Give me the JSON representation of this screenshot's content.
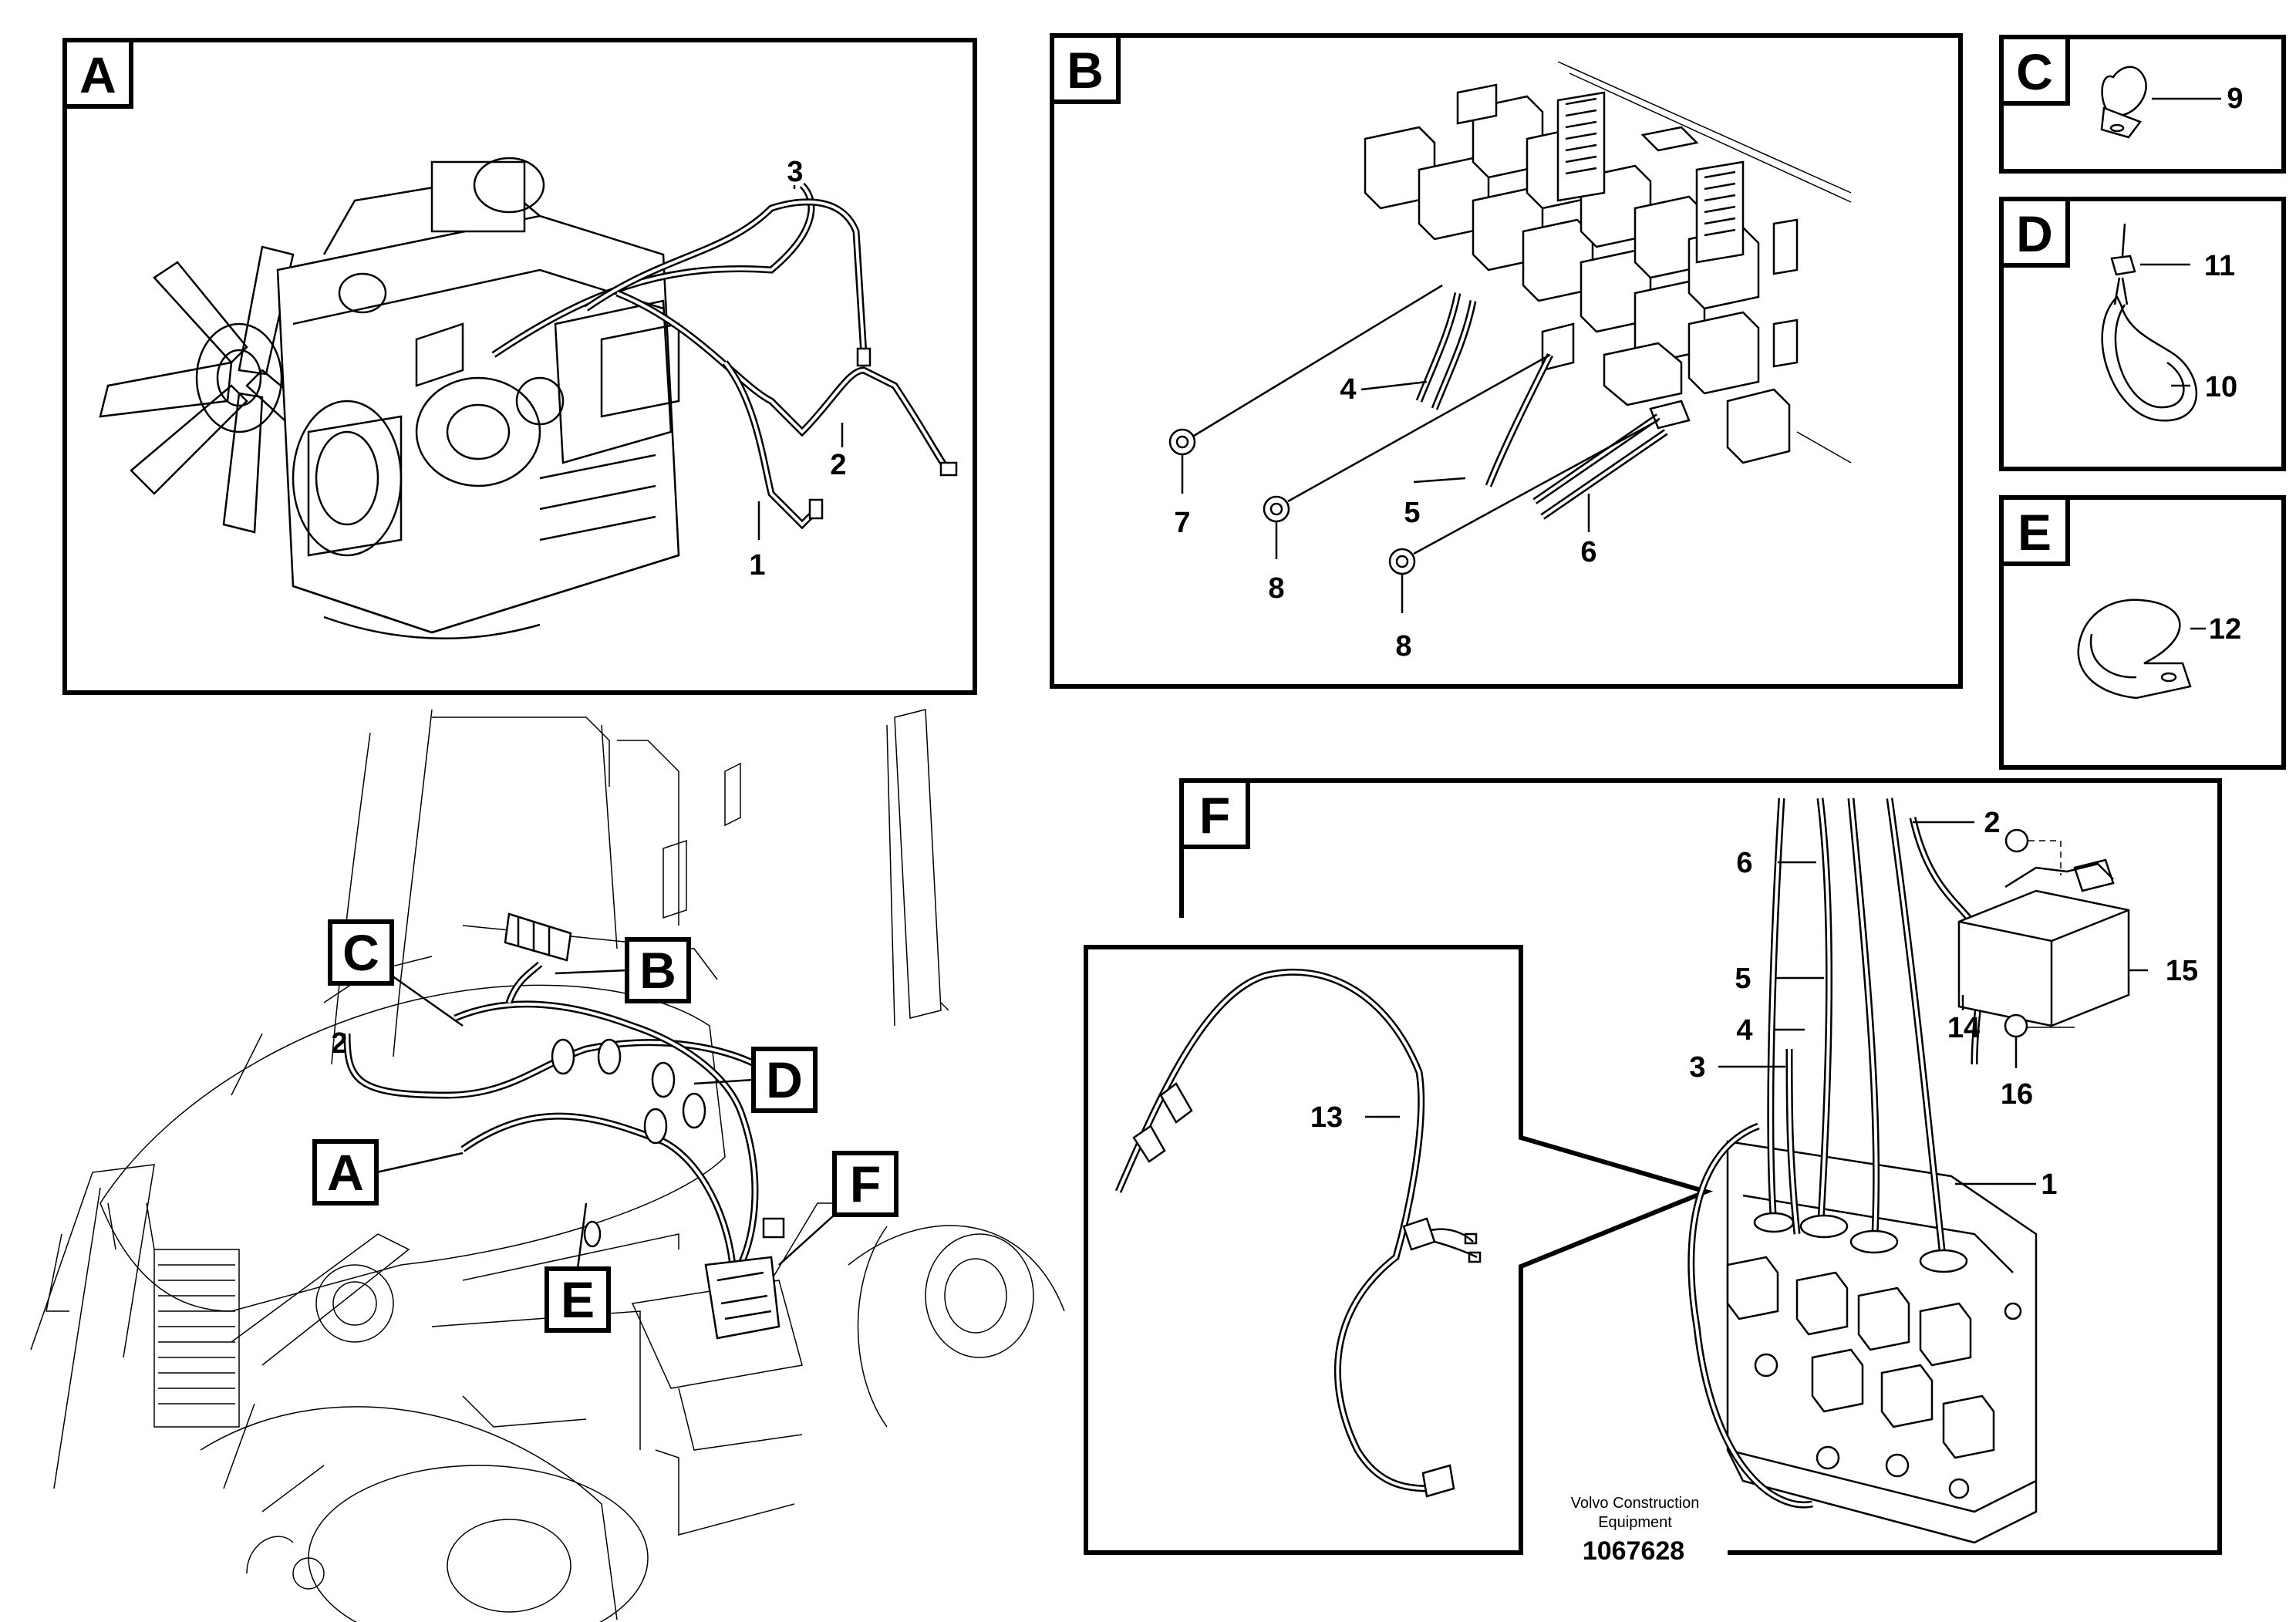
{
  "panels": {
    "A": {
      "tag": "A",
      "callouts": {
        "c1": "1",
        "c2": "2",
        "c3": "3"
      }
    },
    "B": {
      "tag": "B",
      "callouts": {
        "c4": "4",
        "c5": "5",
        "c6": "6",
        "c7": "7",
        "c8a": "8",
        "c8b": "8"
      }
    },
    "C": {
      "tag": "C",
      "callouts": {
        "c9": "9"
      }
    },
    "D": {
      "tag": "D",
      "callouts": {
        "c10": "10",
        "c11": "11"
      }
    },
    "E": {
      "tag": "E",
      "callouts": {
        "c12": "12"
      }
    },
    "F": {
      "tag": "F",
      "callouts": {
        "c1": "1",
        "c2": "2",
        "c3": "3",
        "c4": "4",
        "c5": "5",
        "c6": "6",
        "c13": "13",
        "c14": "14",
        "c15": "15",
        "c16": "16"
      }
    }
  },
  "overview": {
    "tags": {
      "A": "A",
      "B": "B",
      "C": "C",
      "D": "D",
      "E": "E",
      "F": "F"
    },
    "callout_2": "2"
  },
  "credit": {
    "line1": "Volvo Construction",
    "line2": "Equipment",
    "number": "1067628"
  }
}
